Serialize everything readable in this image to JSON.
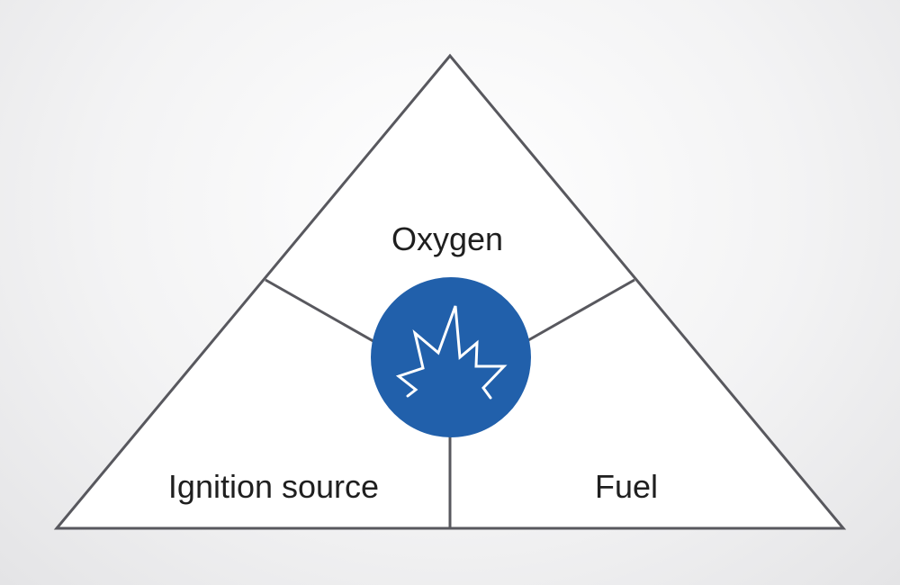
{
  "title": "Fire triangle",
  "labels": {
    "top": "Oxygen",
    "bottom_left": "Ignition source",
    "bottom_right": "Fuel"
  },
  "center_icon": "flame-icon",
  "colors": {
    "outline": "#58585e",
    "fill": "#ffffff",
    "circle": "#2160ab",
    "icon": "#ffffff"
  }
}
